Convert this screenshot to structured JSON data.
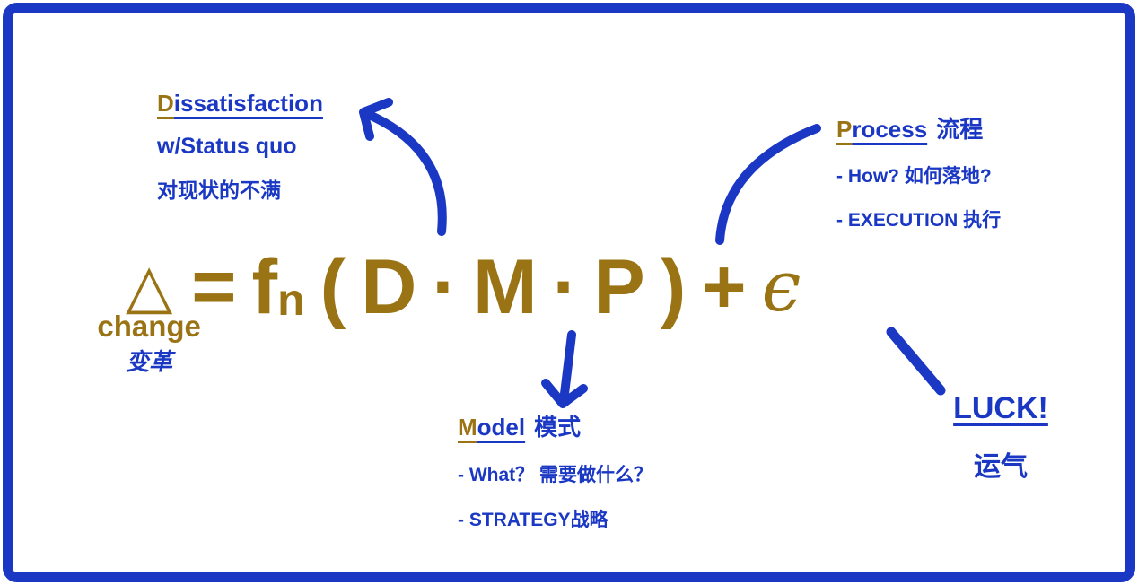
{
  "slide": {
    "background": "#ffffff",
    "border_color": "#1A38C4"
  },
  "colors": {
    "blue": "#1A38C4",
    "gold": "#9A7414"
  },
  "dissatisfaction": {
    "title_initial": "D",
    "title_rest": "issatisfaction",
    "line2": "w/Status quo",
    "line3": "对现状的不满"
  },
  "process": {
    "title_initial": "P",
    "title_rest": "rocess",
    "title_cn": "流程",
    "bullets": [
      "- How? 如何落地?",
      "- EXECUTION 执行"
    ]
  },
  "model": {
    "title_initial": "M",
    "title_rest": "odel",
    "title_cn": "模式",
    "bullets": [
      "- What？ 需要做什么？",
      "- STRATEGY战略"
    ]
  },
  "luck": {
    "title": "LUCK!",
    "title_cn": "运气"
  },
  "formula": {
    "delta": "△",
    "delta_label": "change",
    "delta_label_cn": "变革",
    "equals": "=",
    "fn_base": "f",
    "fn_sub": "n",
    "open_paren": "(",
    "term_d": "D",
    "dot": "·",
    "term_m": "M",
    "term_p": "P",
    "close_paren": ")",
    "plus": "+",
    "epsilon": "ϵ"
  }
}
